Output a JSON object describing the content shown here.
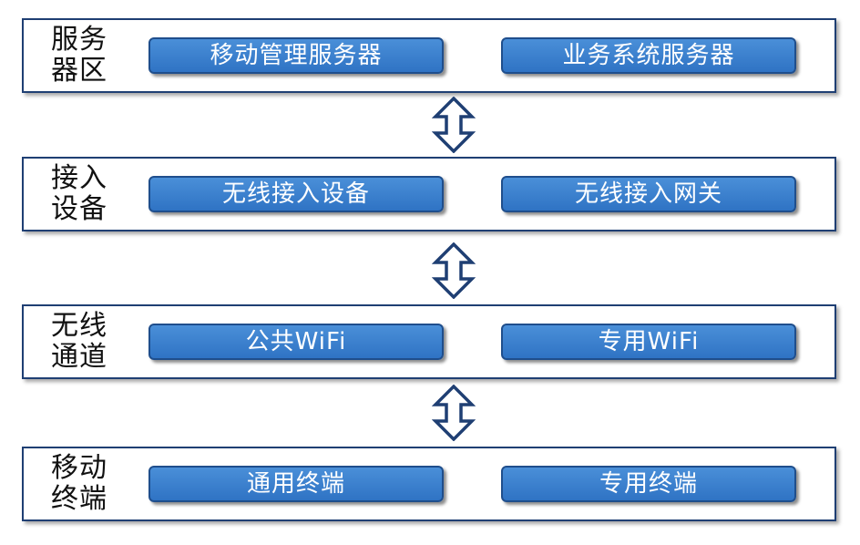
{
  "layers": [
    {
      "label": "服务器区",
      "nodes": [
        "移动管理服务器",
        "业务系统服务器"
      ]
    },
    {
      "label": "接入设备",
      "nodes": [
        "无线接入设备",
        "无线接入网关"
      ]
    },
    {
      "label": "无线通道",
      "nodes": [
        "公共WiFi",
        "专用WiFi"
      ]
    },
    {
      "label": "移动终端",
      "nodes": [
        "通用终端",
        "专用终端"
      ]
    }
  ],
  "colors": {
    "layer_border": "#1f3f73",
    "node_fill": "#2f73c4",
    "node_border": "#1f4e8c",
    "arrow_stroke": "#1f3f73"
  }
}
